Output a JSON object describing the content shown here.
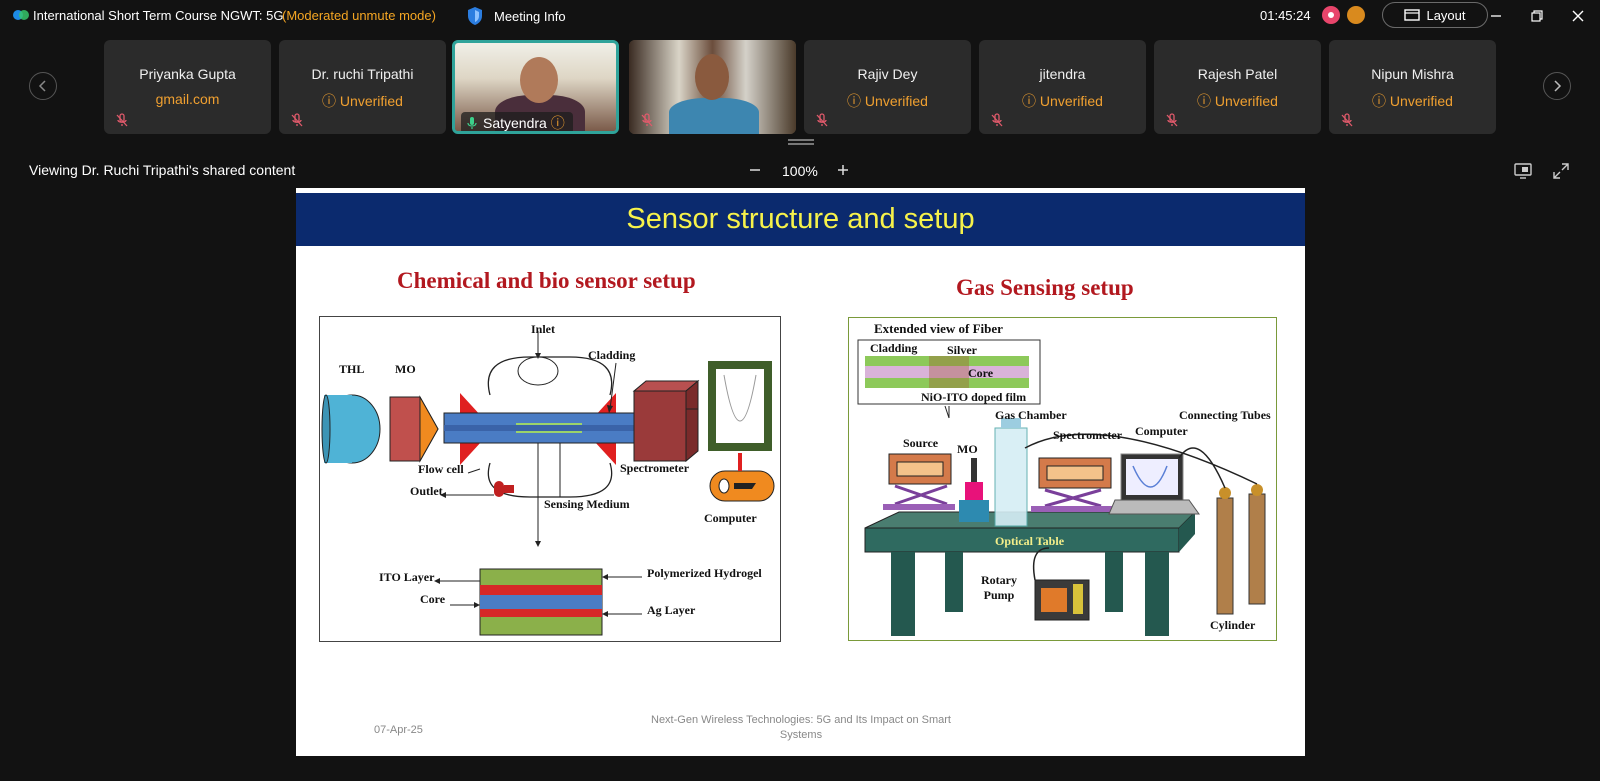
{
  "titlebar": {
    "title": "International Short Term Course NGWT: 5G",
    "mode": "(Moderated unmute mode)",
    "meeting_info": "Meeting Info",
    "timer": "01:45:24",
    "layout_label": "Layout"
  },
  "participants": [
    {
      "name": "Priyanka Gupta",
      "sub": "gmail.com"
    },
    {
      "name": "Dr. ruchi Tripathi",
      "sub": "Unverified"
    },
    {
      "name": "Satyendra"
    },
    {
      "name": "Rajiv Dey",
      "sub": "Unverified"
    },
    {
      "name": "jitendra",
      "sub": "Unverified"
    },
    {
      "name": "Rajesh Patel",
      "sub": "Unverified"
    },
    {
      "name": "Nipun Mishra",
      "sub": "Unverified"
    }
  ],
  "share": {
    "label": "Viewing Dr. Ruchi Tripathi's shared content",
    "zoom": "100%"
  },
  "slide": {
    "title": "Sensor structure and setup",
    "left_heading": "Chemical and bio sensor setup",
    "right_heading": "Gas Sensing setup",
    "left_labels": {
      "inlet": "Inlet",
      "cladding": "Cladding",
      "thl": "THL",
      "mo": "MO",
      "flow_cell": "Flow cell",
      "outlet": "Outlet",
      "sensing_medium": "Sensing Medium",
      "spectrometer": "Spectrometer",
      "computer": "Computer",
      "ito_layer": "ITO Layer",
      "core": "Core",
      "polymerized_hydrogel": "Polymerized Hydrogel",
      "ag_layer": "Ag Layer"
    },
    "right_labels": {
      "extended_view": "Extended view of Fiber",
      "cladding": "Cladding",
      "silver": "Silver",
      "core": "Core",
      "film": "NiO-ITO doped film",
      "gas_chamber": "Gas Chamber",
      "connecting_tubes": "Connecting Tubes",
      "source": "Source",
      "mo": "MO",
      "spectrometer": "Spectrometer",
      "computer": "Computer",
      "optical_table": "Optical Table",
      "rotary_pump": "Rotary Pump",
      "cylinder": "Cylinder"
    },
    "footer": "Next-Gen Wireless Technologies: 5G and Its Impact on Smart Systems",
    "date": "07-Apr-25"
  },
  "colors": {
    "accent_orange": "#f5a623",
    "active_border": "#2fa39a",
    "slide_header": "#0b2a6e",
    "slide_title": "#f7f24a",
    "heading_red": "#b2181f"
  }
}
